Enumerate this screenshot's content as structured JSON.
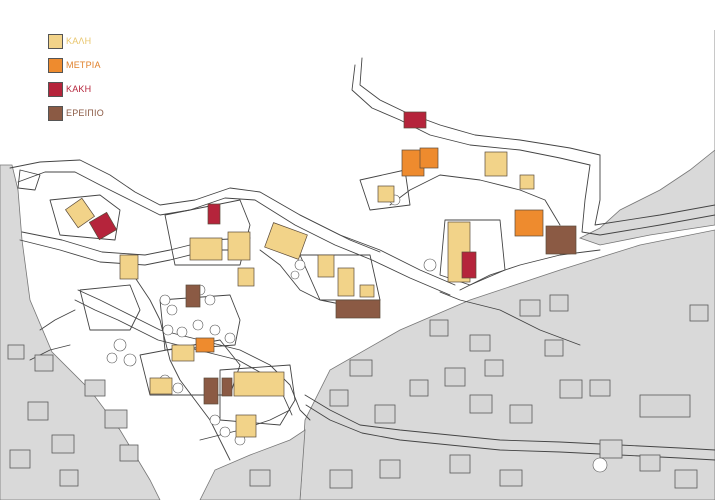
{
  "legend": {
    "items": [
      {
        "label": "ΚΑΛΗ",
        "color": "#f2d389"
      },
      {
        "label": "ΜΕΤΡΙΑ",
        "color": "#ee8b2e"
      },
      {
        "label": "ΚΑΚΗ",
        "color": "#b5243b"
      },
      {
        "label": "ΕΡΕΙΠΙΟ",
        "color": "#8b5a44"
      }
    ]
  },
  "colors": {
    "background": "#ffffff",
    "built_area": "#d9d9d9",
    "outline": "#555555"
  }
}
